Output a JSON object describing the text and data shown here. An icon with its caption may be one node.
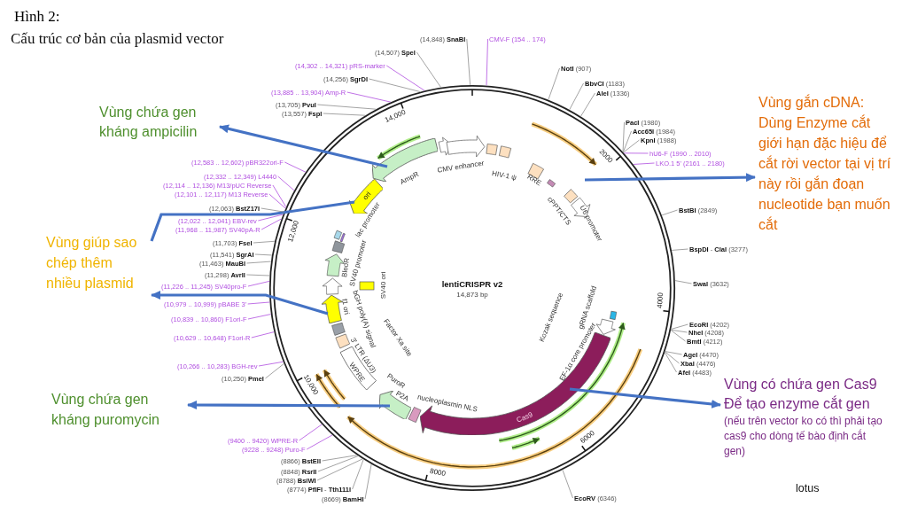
{
  "diagram": {
    "title": "Hình 2:",
    "nodes": [
      {
        "text": [
          "lentiCRISPR v2",
          "14,873 bp"
        ]
      },
      {
        "text": [
          "AmpR"
        ],
        "in": 0
      },
      {
        "text": [
          "ori"
        ],
        "in": 0
      },
      {
        "text": [
          "f1 ori"
        ],
        "in": 0
      },
      {
        "text": [
          "WPRE"
        ],
        "in": 0
      },
      {
        "text": [
          "PuroR"
        ],
        "in": 0
      },
      {
        "text": [
          "Cas9"
        ],
        "in": 0
      },
      {
        "text": [
          "Vùng chứa gen kháng ampicilin"
        ]
      },
      {
        "text": [
          "Vùng giúp sao chép thêm nhiều plasmid"
        ]
      },
      {
        "text": [
          "Vùng chứa gen kháng puromycin"
        ]
      },
      {
        "text": [
          "Vùng gắn cDNA:",
          "Dùng Enzyme cắt giới hạn đặc hiệu để cắt rời vector tại vị trí này rồi gắn đoạn nucleotide bạn muốn cắt"
        ]
      },
      {
        "text": [
          "Vùng có chứa gen Cas9 Để tạo enzyme cắt gen",
          "(nếu trên vector ko có thì phải tạo cas9 cho dòng tế bào định cắt gen)"
        ]
      },
      {
        "text": [
          "(14,848) **SnaBI**"
        ]
      },
      {
        "text": [
          "(14,507) **SpeI**"
        ]
      },
      {
        "text": [
          "(14,302 .. 14,321) pRS-marker"
        ]
      },
      {
        "text": [
          "(14,256) **SgrDI**"
        ]
      },
      {
        "text": [
          "(13,885 .. 13,904) Amp-R"
        ]
      },
      {
        "text": [
          "(13,705) **PvuI**"
        ]
      },
      {
        "text": [
          "(13,557) **FspI**"
        ]
      },
      {
        "text": [
          "(12,583 .. 12,602) pBR322ori-F"
        ]
      },
      {
        "text": [
          "(12,332 .. 12,349) L4440"
        ]
      },
      {
        "text": [
          "(12,114 .. 12,136) M13/pUC Reverse"
        ]
      },
      {
        "text": [
          "(12,101 .. 12,117) M13 Reverse"
        ]
      },
      {
        "text": [
          "(12,063) **BstZ17I**"
        ]
      },
      {
        "text": [
          "(12,022 .. 12,041) EBV-rev"
        ]
      },
      {
        "text": [
          "(11,968 .. 11,987) SV40pA-R"
        ]
      },
      {
        "text": [
          "(11,703) **FseI**"
        ]
      },
      {
        "text": [
          "(11,541) **SgrAI**"
        ]
      },
      {
        "text": [
          "(11,463) **MauBI**"
        ]
      },
      {
        "text": [
          "(11,298) **AvrII**"
        ]
      },
      {
        "text": [
          "(11,226 .. 11,245) SV40pro-F"
        ]
      },
      {
        "text": [
          "(10,979 .. 10,999) pBABE 3'"
        ]
      },
      {
        "text": [
          "(10,839 .. 10,860) F1ori-F"
        ]
      },
      {
        "text": [
          "(10,629 .. 10,648) F1ori-R"
        ]
      },
      {
        "text": [
          "(10,266 .. 10,283) BGH-rev"
        ]
      },
      {
        "text": [
          "(10,250) **PmeI**"
        ]
      },
      {
        "text": [
          "(9400 .. 9420) WPRE-R"
        ]
      },
      {
        "text": [
          "(9228 .. 9248) Puro-F"
        ]
      },
      {
        "text": [
          "(8866) **BstEII**"
        ]
      },
      {
        "text": [
          "(8848) **RsrII**"
        ]
      },
      {
        "text": [
          "(8788) **BsiWI**"
        ]
      },
      {
        "text": [
          "(8774) **PflFI** - **Tth111I**"
        ]
      },
      {
        "text": [
          "(8669) **BamHI**"
        ]
      },
      {
        "text": [
          "CMV-F (154 .. 174)"
        ]
      },
      {
        "text": [
          "**NotI** (907)"
        ]
      },
      {
        "text": [
          "**BbvCI** (1183)"
        ]
      },
      {
        "text": [
          "**AleI** (1336)"
        ]
      },
      {
        "text": [
          "**PacI** (1980)"
        ]
      },
      {
        "text": [
          "**Acc65I** (1984)"
        ]
      },
      {
        "text": [
          "**KpnI** (1988)"
        ]
      },
      {
        "text": [
          "hU6-F (1990 .. 2010)"
        ]
      },
      {
        "text": [
          "LKO.1 5' (2161 .. 2180)"
        ]
      },
      {
        "text": [
          "**BstBI** (2849)"
        ]
      },
      {
        "text": [
          "**BspDI** - **ClaI** (3277)"
        ]
      },
      {
        "text": [
          "**SwaI** (3632)"
        ]
      },
      {
        "text": [
          "**EcoRI** (4202)"
        ]
      },
      {
        "text": [
          "**NheI** (4208)"
        ]
      },
      {
        "text": [
          "**BmtI** (4212)"
        ]
      },
      {
        "text": [
          "**AgeI** (4470)"
        ]
      },
      {
        "text": [
          "**XbaI** (4476)"
        ]
      },
      {
        "text": [
          "**AfeI** (4483)"
        ]
      },
      {
        "text": [
          "**EcoRV** (6346)"
        ]
      }
    ],
    "edges": [
      {
        "from": 1,
        "to": 7,
        "arrow": "to",
        "style": "thick",
        "color": "#4472c4"
      },
      {
        "from": 2,
        "to": 8,
        "arrow": "none",
        "style": "thick",
        "color": "#4472c4"
      },
      {
        "from": 3,
        "to": 8,
        "arrow": "to",
        "style": "thick",
        "color": "#4472c4"
      },
      {
        "from": 5,
        "to": 9,
        "arrow": "to",
        "style": "thick",
        "color": "#4472c4"
      },
      {
        "from": null,
        "to": 10,
        "arrow": "to",
        "style": "thick",
        "color": "#4472c4"
      },
      {
        "from": 6,
        "to": 11,
        "arrow": "to",
        "style": "thick",
        "color": "#4472c4"
      },
      {
        "from": 12,
        "to": 0,
        "arrow": "none"
      },
      {
        "from": 13,
        "to": 0,
        "arrow": "none"
      },
      {
        "from": 14,
        "to": 0,
        "arrow": "none",
        "color": "#b04ee0"
      },
      {
        "from": 15,
        "to": 0,
        "arrow": "none"
      },
      {
        "from": 16,
        "to": 0,
        "arrow": "none",
        "color": "#b04ee0"
      },
      {
        "from": 17,
        "to": 0,
        "arrow": "none"
      },
      {
        "from": 18,
        "to": 0,
        "arrow": "none"
      },
      {
        "from": 19,
        "to": 0,
        "arrow": "none",
        "color": "#b04ee0"
      },
      {
        "from": 20,
        "to": 0,
        "arrow": "none",
        "color": "#b04ee0"
      },
      {
        "from": 21,
        "to": 0,
        "arrow": "none",
        "color": "#b04ee0"
      },
      {
        "from": 22,
        "to": 0,
        "arrow": "none",
        "color": "#b04ee0"
      },
      {
        "from": 23,
        "to": 0,
        "arrow": "none"
      },
      {
        "from": 24,
        "to": 0,
        "arrow": "none",
        "color": "#b04ee0"
      },
      {
        "from": 25,
        "to": 0,
        "arrow": "none",
        "color": "#b04ee0"
      },
      {
        "from": 26,
        "to": 0,
        "arrow": "none"
      },
      {
        "from": 27,
        "to": 0,
        "arrow": "none"
      },
      {
        "from": 28,
        "to": 0,
        "arrow": "none"
      },
      {
        "from": 29,
        "to": 0,
        "arrow": "none"
      },
      {
        "from": 30,
        "to": 0,
        "arrow": "none",
        "color": "#b04ee0"
      },
      {
        "from": 31,
        "to": 0,
        "arrow": "none",
        "color": "#b04ee0"
      },
      {
        "from": 32,
        "to": 0,
        "arrow": "none",
        "color": "#b04ee0"
      },
      {
        "from": 33,
        "to": 0,
        "arrow": "none",
        "color": "#b04ee0"
      },
      {
        "from": 34,
        "to": 0,
        "arrow": "none",
        "color": "#b04ee0"
      },
      {
        "from": 35,
        "to": 0,
        "arrow": "none"
      },
      {
        "from": 36,
        "to": 0,
        "arrow": "none",
        "color": "#b04ee0"
      },
      {
        "from": 37,
        "to": 0,
        "arrow": "none",
        "color": "#b04ee0"
      },
      {
        "from": 38,
        "to": 0,
        "arrow": "none"
      },
      {
        "from": 39,
        "to": 0,
        "arrow": "none"
      },
      {
        "from": 40,
        "to": 0,
        "arrow": "none"
      },
      {
        "from": 41,
        "to": 0,
        "arrow": "none"
      },
      {
        "from": 42,
        "to": 0,
        "arrow": "none"
      },
      {
        "from": 43,
        "to": 0,
        "arrow": "none",
        "color": "#b04ee0"
      },
      {
        "from": 44,
        "to": 0,
        "arrow": "none"
      },
      {
        "from": 45,
        "to": 0,
        "arrow": "none"
      },
      {
        "from": 46,
        "to": 0,
        "arrow": "none"
      },
      {
        "from": 47,
        "to": 0,
        "arrow": "none"
      },
      {
        "from": 48,
        "to": 0,
        "arrow": "none"
      },
      {
        "from": 49,
        "to": 0,
        "arrow": "none"
      },
      {
        "from": 50,
        "to": 0,
        "arrow": "none",
        "color": "#b04ee0"
      },
      {
        "from": 51,
        "to": 0,
        "arrow": "none",
        "color": "#b04ee0"
      },
      {
        "from": 52,
        "to": 0,
        "arrow": "none"
      },
      {
        "from": 53,
        "to": 0,
        "arrow": "none"
      },
      {
        "from": 54,
        "to": 0,
        "arrow": "none"
      },
      {
        "from": 55,
        "to": 0,
        "arrow": "none"
      },
      {
        "from": 56,
        "to": 0,
        "arrow": "none"
      },
      {
        "from": 57,
        "to": 0,
        "arrow": "none"
      },
      {
        "from": 58,
        "to": 0,
        "arrow": "none"
      },
      {
        "from": 59,
        "to": 0,
        "arrow": "none"
      },
      {
        "from": 60,
        "to": 0,
        "arrow": "none"
      },
      {
        "from": 61,
        "to": 0,
        "arrow": "none"
      }
    ],
    "labels": [
      "Cấu trúc cơ bản của plasmid vector",
      "2000",
      "4000",
      "6000",
      "8000",
      "10,000",
      "12,000",
      "14,000",
      "CMV enhancer",
      "HIV-1 ψ",
      "RRE",
      "cPPT/CTS",
      "U6 promoter",
      "lac promoter",
      "BleoR",
      "SV40 promoter",
      "SV40 ori",
      "bGH poly(A) signal",
      "3' LTR (ΔU3)",
      "Factor Xa site",
      "P2A",
      "nucleoplasmin NLS",
      "Kozak sequence",
      "gRNA scaffold",
      "EF-1α core promoter",
      "lotus"
    ]
  }
}
